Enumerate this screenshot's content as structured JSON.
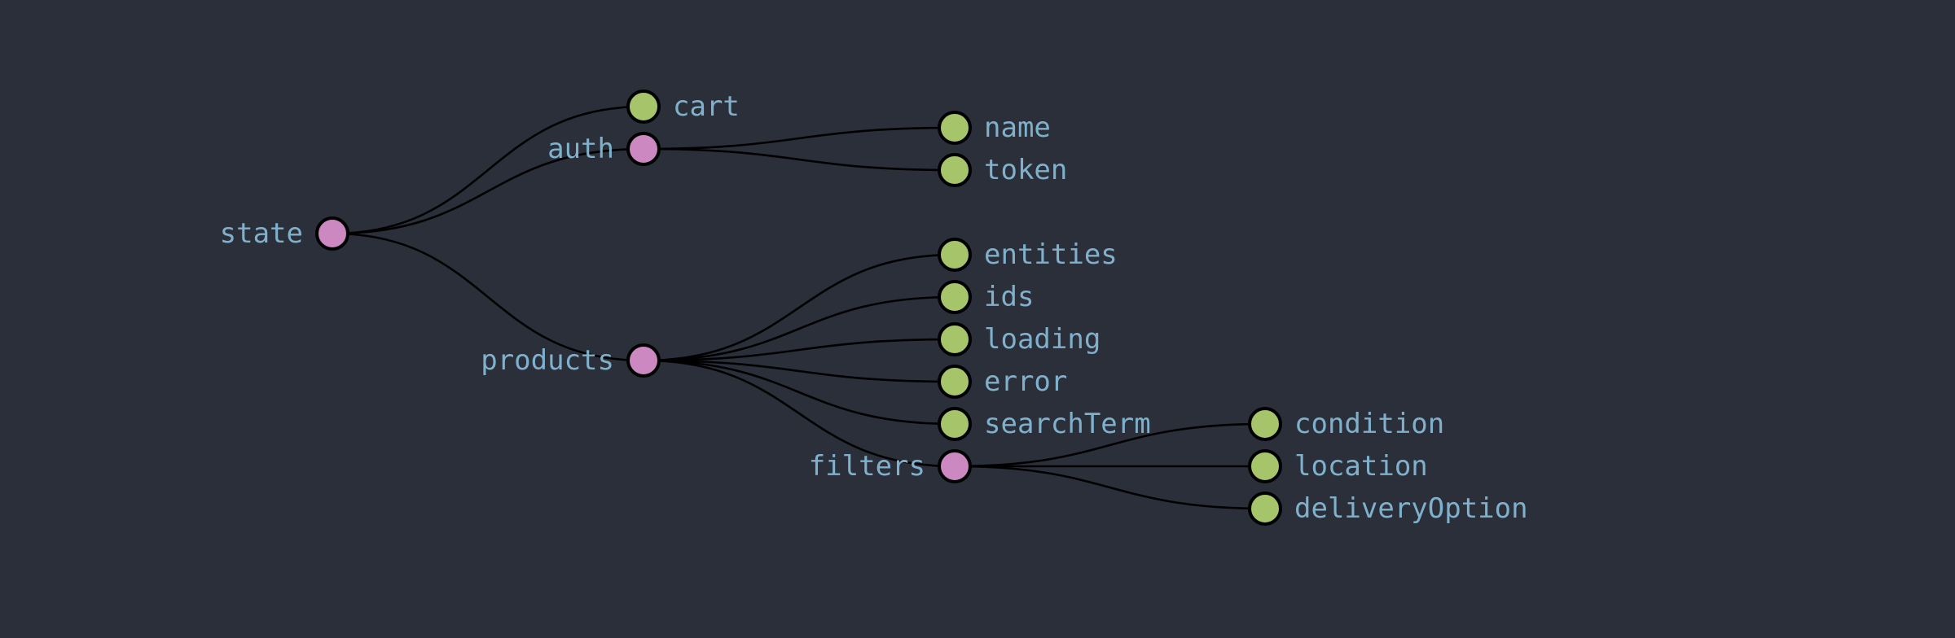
{
  "theme": {
    "background": "#2a2f3a",
    "label_color": "#7fb0cc",
    "branch_node_color": "#cc88c0",
    "leaf_node_color": "#a6c46a",
    "link_color": "#000000"
  },
  "tree": {
    "name": "state",
    "children": [
      {
        "name": "cart"
      },
      {
        "name": "auth",
        "children": [
          {
            "name": "name"
          },
          {
            "name": "token"
          }
        ]
      },
      {
        "name": "products",
        "children": [
          {
            "name": "entities"
          },
          {
            "name": "ids"
          },
          {
            "name": "loading"
          },
          {
            "name": "error"
          },
          {
            "name": "searchTerm"
          },
          {
            "name": "filters",
            "children": [
              {
                "name": "condition"
              },
              {
                "name": "location"
              },
              {
                "name": "deliveryOption"
              }
            ]
          }
        ]
      }
    ]
  }
}
